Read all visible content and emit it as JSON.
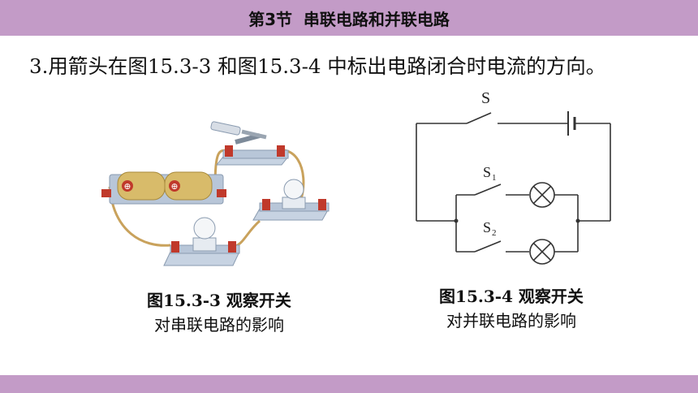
{
  "header": {
    "title": "第3节  串联电路和并联电路"
  },
  "question": {
    "text": "3.用箭头在图15.3-3 和图15.3-4 中标出电路闭合时电流的方向。"
  },
  "figure_left": {
    "caption_line1": "图15.3-3 观察开关",
    "caption_line2": "对串联电路的影响",
    "battery_symbol": "⊕"
  },
  "figure_right": {
    "caption_line1": "图15.3-4 观察开关",
    "caption_line2": "对并联电路的影响",
    "switch_main": "S",
    "switch_1": "S",
    "switch_1_sub": "1",
    "switch_2": "S",
    "switch_2_sub": "2"
  },
  "colors": {
    "header_band": "#c39bc7",
    "wire_photo": "#c9a25c",
    "base_plate": "#b8c6d8",
    "battery": "#d8bb6a",
    "terminal": "#c0392b"
  }
}
